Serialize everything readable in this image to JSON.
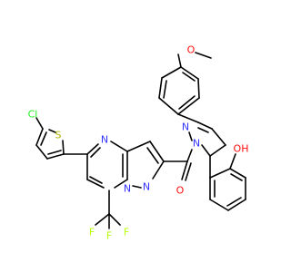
{
  "colors": {
    "bond": "#000000",
    "N": "#3333ff",
    "O": "#ff0d0d",
    "S": "#b2b200",
    "Cl": "#1ff01f",
    "F": "#b3ff00",
    "C": "#000000"
  },
  "labels": {
    "cl": "Cl",
    "s": "S",
    "n_pyrimidine": "N",
    "n_bridge": "N",
    "n_pyrazole": "N",
    "o_carbonyl": "O",
    "n_pyrazoline_1": "N",
    "n_pyrazoline_2": "N",
    "o_methoxy": "O",
    "oh": "OH",
    "f_1": "F",
    "f_2": "F",
    "f_3": "F"
  }
}
